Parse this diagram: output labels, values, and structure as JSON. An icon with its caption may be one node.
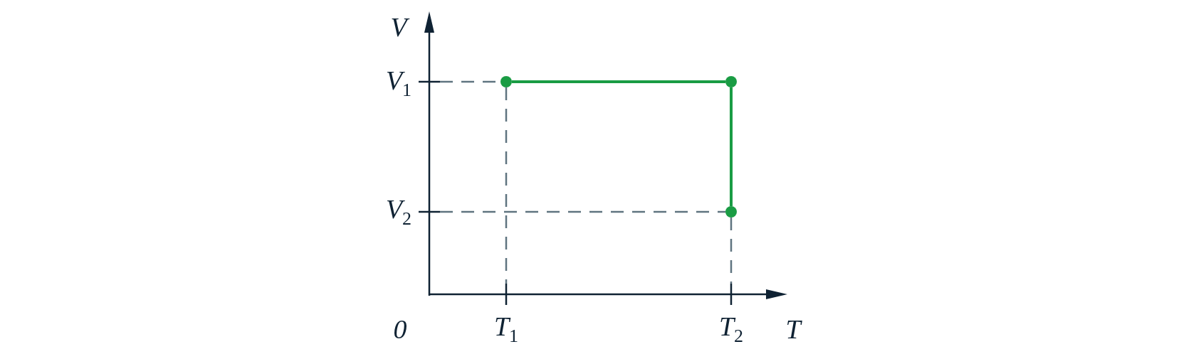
{
  "diagram": {
    "nodes": [
      {
        "text": [],
        "shape": "circle"
      },
      {
        "text": [],
        "shape": "circle"
      },
      {
        "text": [],
        "shape": "circle"
      }
    ],
    "edges": [
      {
        "from": 0,
        "to": 1,
        "arrow": "none"
      },
      {
        "from": 1,
        "to": 2,
        "arrow": "none"
      }
    ],
    "labels": [
      "V",
      "V$_{1}$",
      "V$_{2}$",
      "0",
      "T$_{1}$",
      "T$_{2}$",
      "T"
    ]
  }
}
